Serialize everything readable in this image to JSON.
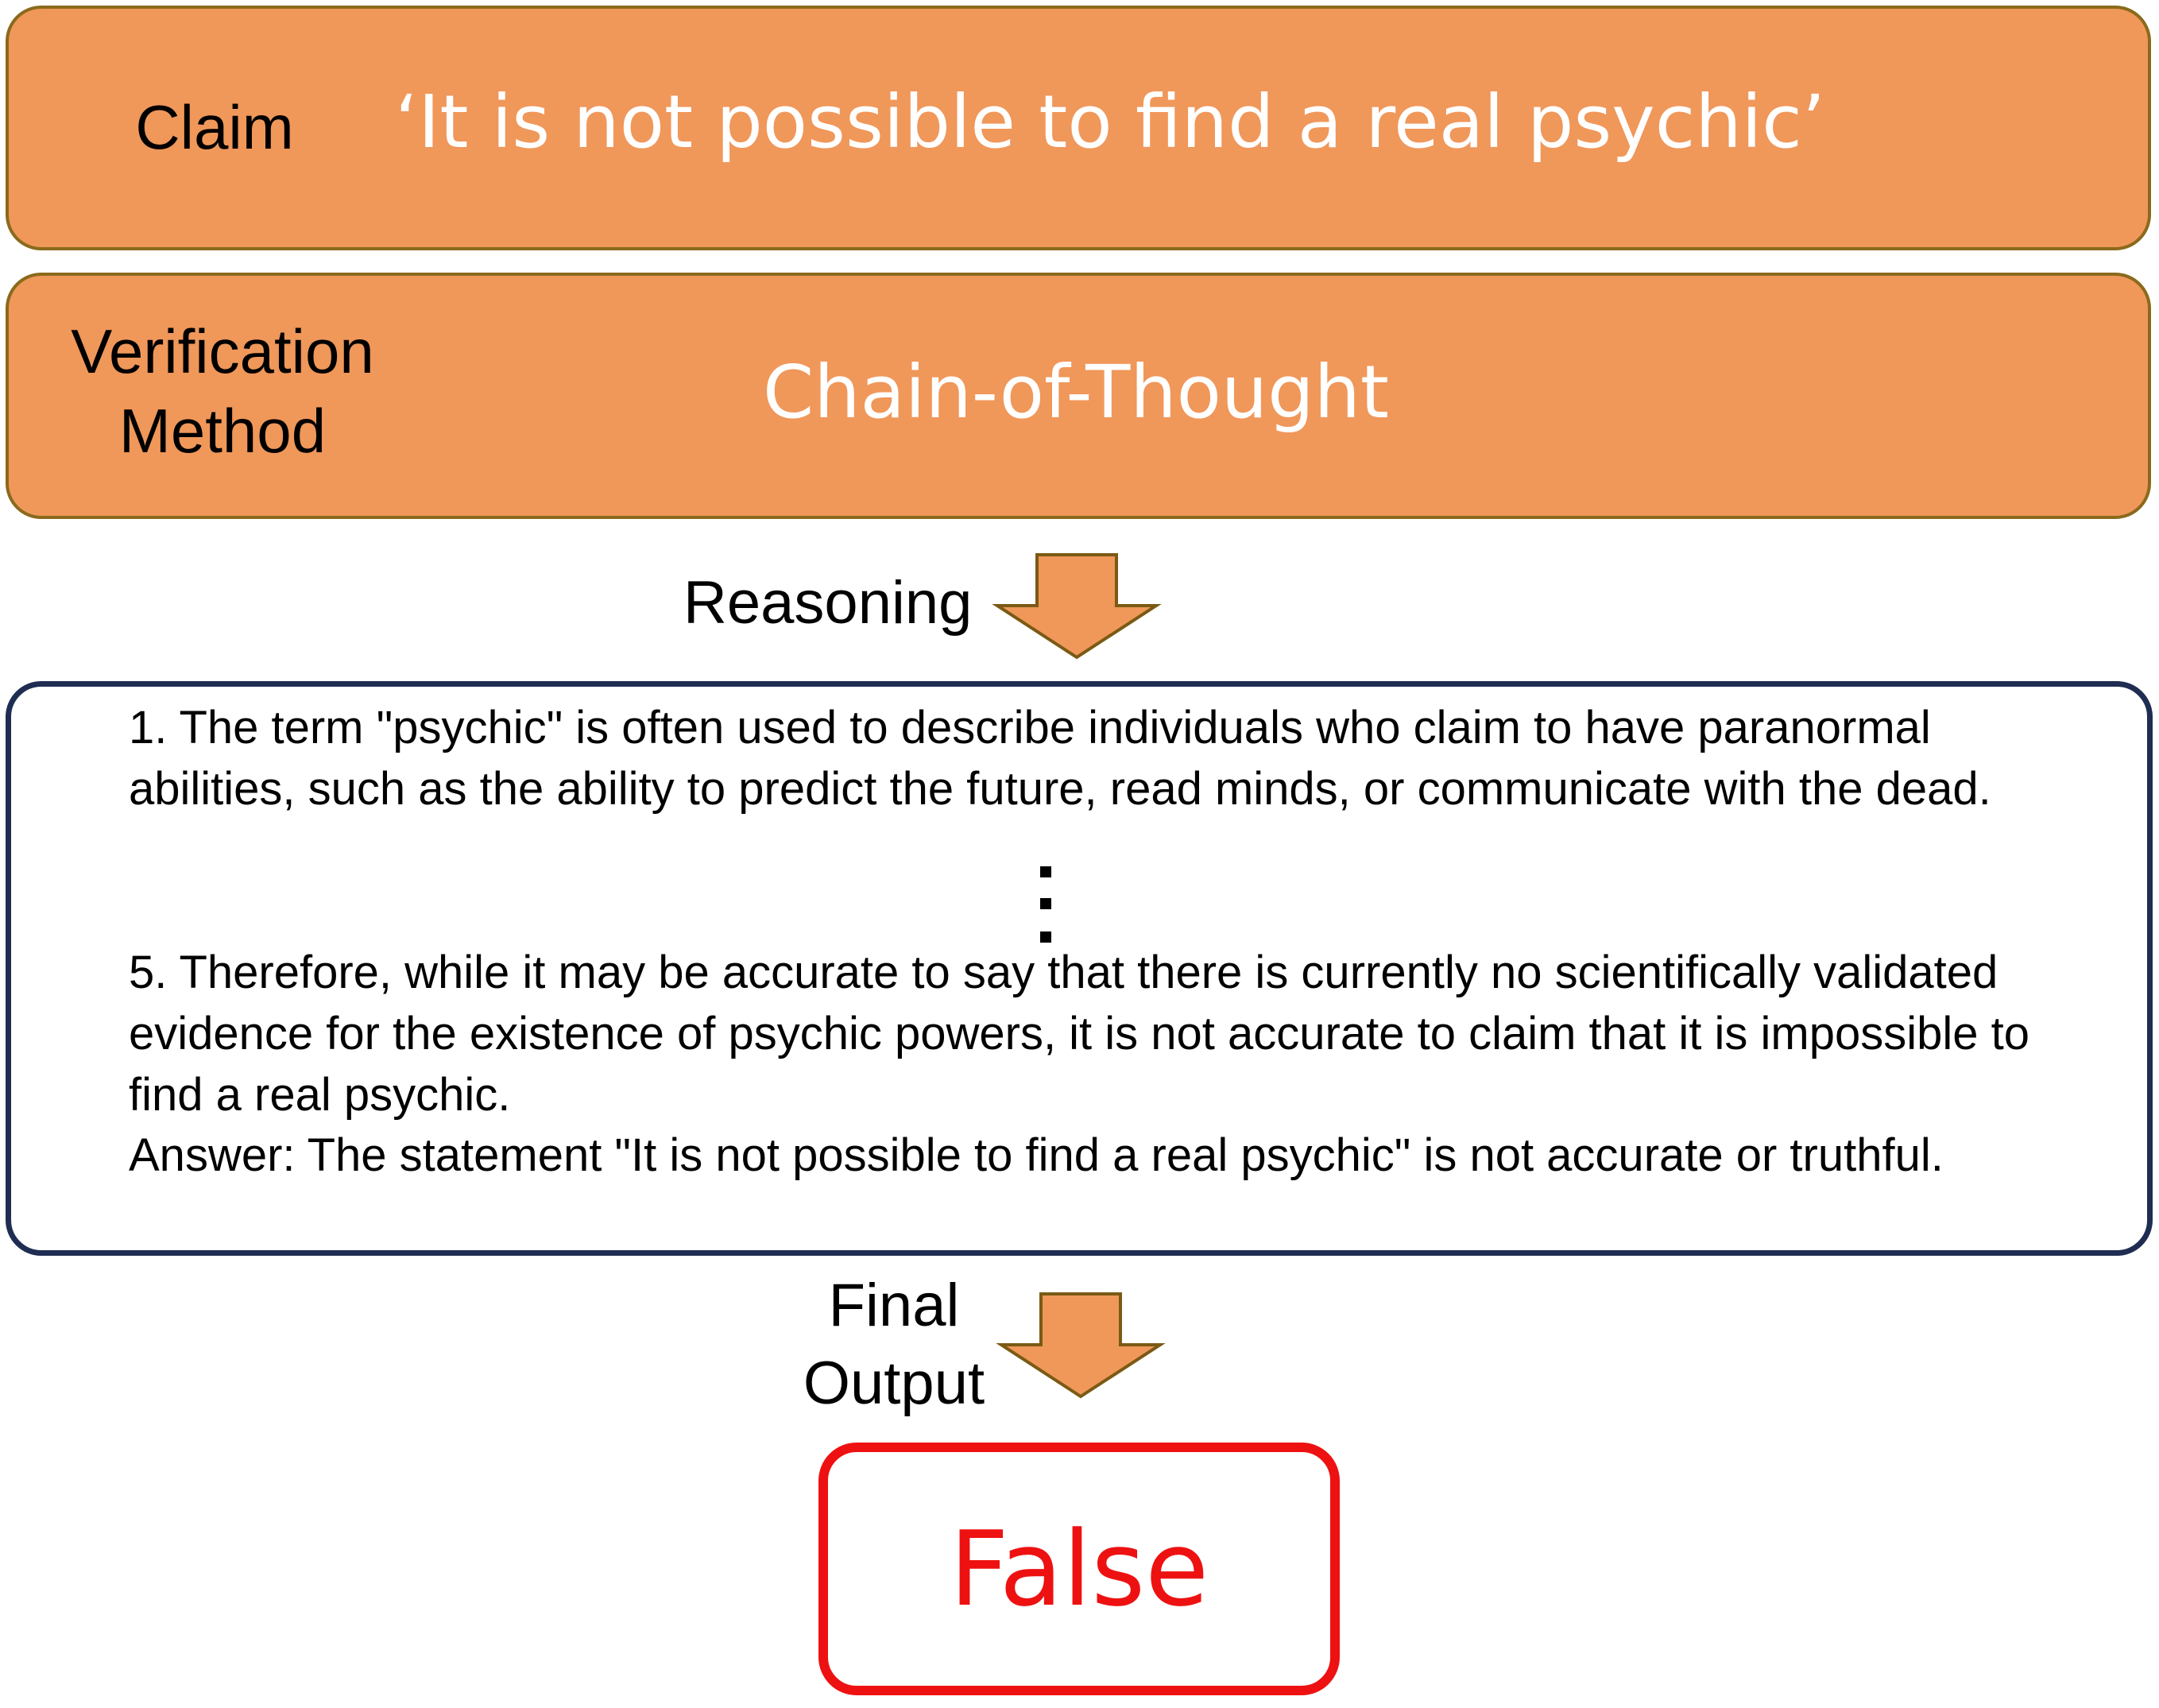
{
  "claim": {
    "label": "Claim",
    "value": "‘It is not possible to find a real psychic’"
  },
  "verification": {
    "label_line1": "Verification",
    "label_line2": "Method",
    "value": "Chain-of-Thought"
  },
  "flow": {
    "reasoning_label": "Reasoning",
    "final_label_line1": "Final",
    "final_label_line2": "Output"
  },
  "reasoning": {
    "step1": "1. The term \"psychic\" is often used to describe individuals who claim to have paranormal abilities, such as the ability to predict the future, read minds, or communicate with the dead.",
    "step5": "5. Therefore, while it may be accurate to say that there is currently no scientifically validated evidence for the existence of psychic powers, it is not accurate to claim that it is impossible to find a real psychic.",
    "answer": "Answer: The statement \"It is not possible to find a real psychic\" is not accurate or truthful."
  },
  "output": {
    "value": "False"
  },
  "colors": {
    "orange_fill": "#f0975a",
    "orange_border": "#8a6a1c",
    "reasoning_border": "#1f2d52",
    "output_red": "#ee1111"
  }
}
